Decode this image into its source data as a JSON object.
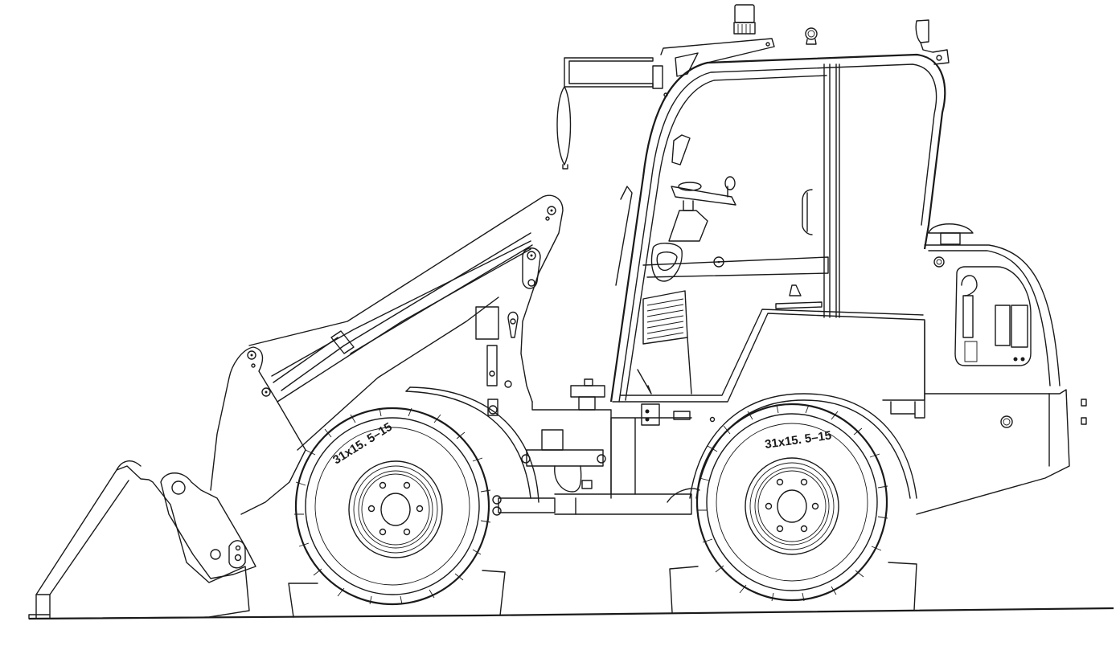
{
  "drawing": {
    "subject": "Compact articulated wheel loader with enclosed cab and front bucket, side elevation line drawing",
    "line_color": "#1a1a1a",
    "background_color": "#ffffff"
  },
  "labels": {
    "front_tire": "31x15. 5–15",
    "rear_tire": "31x15. 5–15"
  }
}
